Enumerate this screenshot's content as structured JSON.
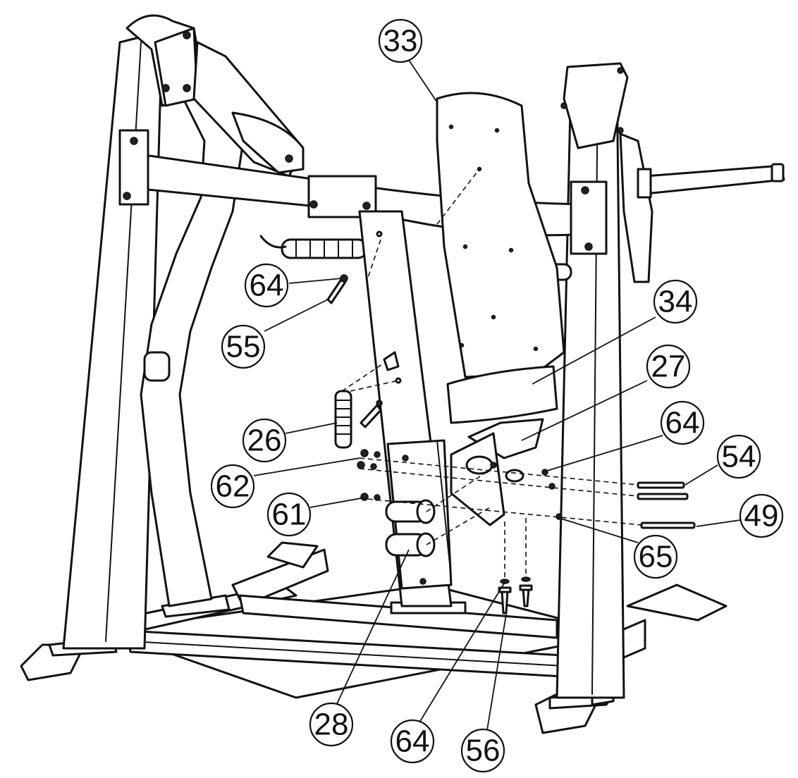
{
  "callouts": [
    {
      "id": "c33",
      "label": "33"
    },
    {
      "id": "c64a",
      "label": "64"
    },
    {
      "id": "c55",
      "label": "55"
    },
    {
      "id": "c34",
      "label": "34"
    },
    {
      "id": "c27",
      "label": "27"
    },
    {
      "id": "c26",
      "label": "26"
    },
    {
      "id": "c64b",
      "label": "64"
    },
    {
      "id": "c54",
      "label": "54"
    },
    {
      "id": "c62",
      "label": "62"
    },
    {
      "id": "c61",
      "label": "61"
    },
    {
      "id": "c49",
      "label": "49"
    },
    {
      "id": "c65",
      "label": "65"
    },
    {
      "id": "c28",
      "label": "28"
    },
    {
      "id": "c64c",
      "label": "64"
    },
    {
      "id": "c56",
      "label": "56"
    }
  ]
}
